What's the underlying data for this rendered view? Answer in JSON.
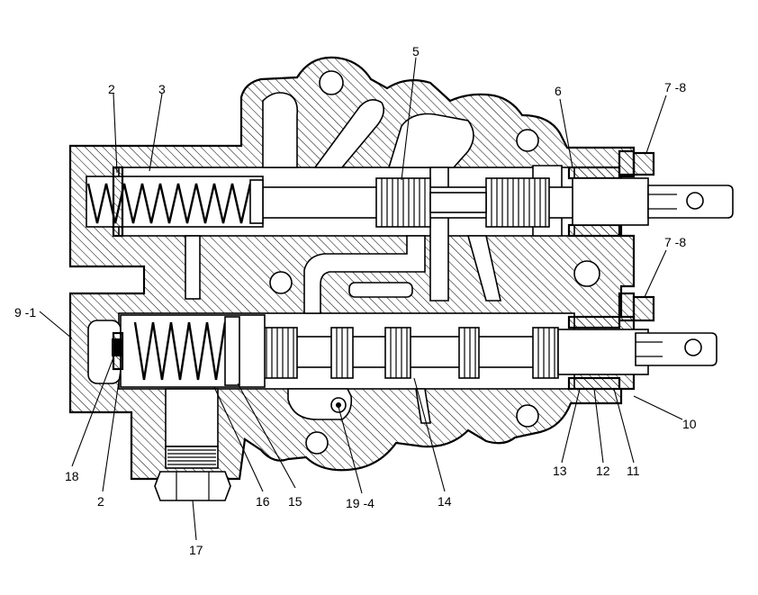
{
  "callouts": {
    "c2a": "2",
    "c3": "3",
    "c5": "5",
    "c6": "6",
    "c7_8a": "7 -8",
    "c7_8b": "7 -8",
    "c9_1": "9 -1",
    "c10": "10",
    "c11": "11",
    "c12": "12",
    "c13": "13",
    "c14": "14",
    "c15": "15",
    "c16": "16",
    "c17": "17",
    "c18": "18",
    "c2b": "2",
    "c19_4": "19 -4"
  }
}
